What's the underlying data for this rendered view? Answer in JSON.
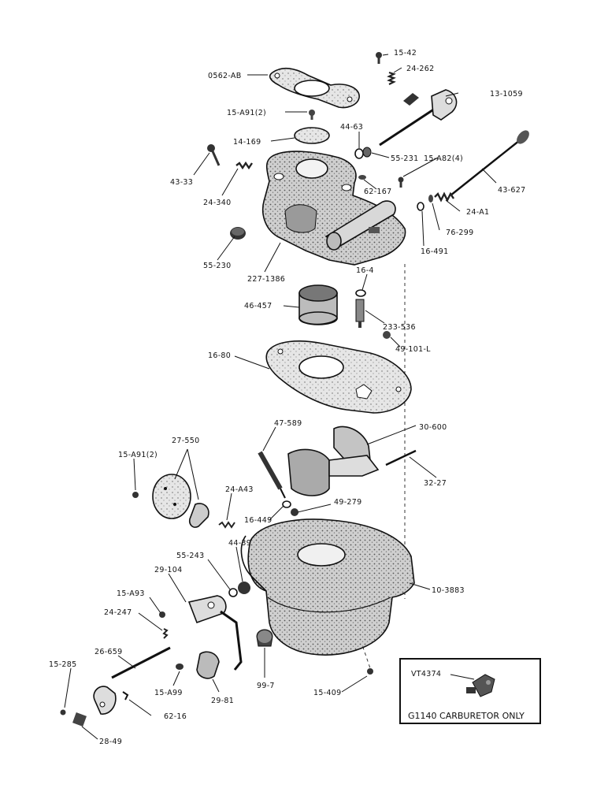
{
  "labels": {
    "l_0562_ab": "0562-AB",
    "l_15_a91_top": "15-A91(2)",
    "l_14_169": "14-169",
    "l_43_33": "43-33",
    "l_24_340": "24-340",
    "l_55_230": "55-230",
    "l_227_1386": "227-1386",
    "l_15_42": "15-42",
    "l_24_262": "24-262",
    "l_13_1059": "13-1059",
    "l_44_63": "44-63",
    "l_55_231": "55-231",
    "l_15_a82": "15-A82(4)",
    "l_62_167": "62-167",
    "l_43_627": "43-627",
    "l_24_a1": "24-A1",
    "l_76_299": "76-299",
    "l_16_491": "16-491",
    "l_16_4": "16-4",
    "l_46_457": "46-457",
    "l_233_536": "233-536",
    "l_49_101_l": "49-101-L",
    "l_16_80": "16-80",
    "l_47_589": "47-589",
    "l_30_600": "30-600",
    "l_32_27": "32-27",
    "l_27_550": "27-550",
    "l_15_a91_mid": "15-A91(2)",
    "l_24_a43": "24-A43",
    "l_16_449": "16-449",
    "l_49_279": "49-279",
    "l_44_39": "44-39",
    "l_55_243": "55-243",
    "l_29_104": "29-104",
    "l_15_a93": "15-A93",
    "l_24_247": "24-247",
    "l_10_3883": "10-3883",
    "l_26_659": "26-659",
    "l_15_285": "15-285",
    "l_15_a99": "15-A99",
    "l_29_81": "29-81",
    "l_99_7": "99-7",
    "l_15_409": "15-409",
    "l_62_16": "62-16",
    "l_28_49": "28-49"
  },
  "callout": {
    "part_label": "VT4374",
    "note": "G1140 CARBURETOR ONLY"
  }
}
